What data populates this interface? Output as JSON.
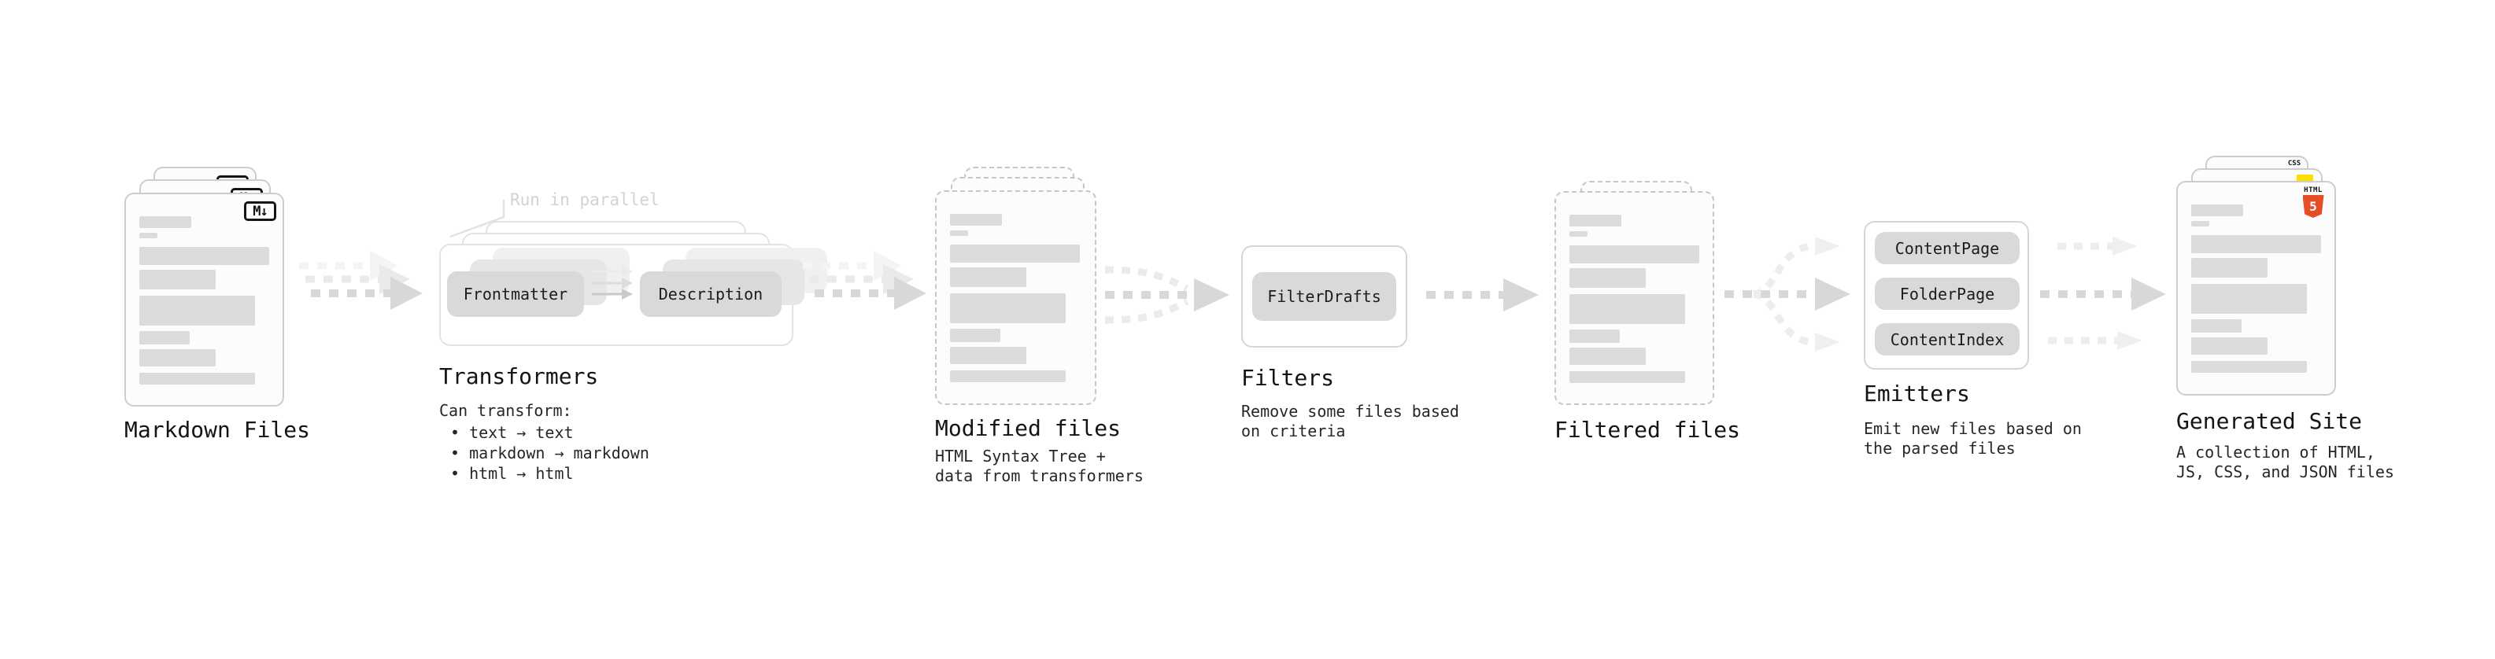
{
  "sections": {
    "markdown_files": {
      "title": "Markdown Files",
      "badge_label": "M↓"
    },
    "transformers": {
      "annotation": "Run in parallel",
      "pill_left": "Frontmatter",
      "pill_right": "Description",
      "title": "Transformers",
      "subtitle": "Can transform:",
      "bullets": [
        "text → text",
        "markdown → markdown",
        "html → html"
      ]
    },
    "modified_files": {
      "title": "Modified files",
      "subtitle_lines": [
        "HTML Syntax Tree +",
        "data from transformers"
      ]
    },
    "filters": {
      "title": "Filters",
      "pill": "FilterDrafts",
      "subtitle_lines": [
        "Remove some files based",
        "on criteria"
      ]
    },
    "filtered_files": {
      "title": "Filtered files"
    },
    "emitters": {
      "title": "Emitters",
      "pills": [
        "ContentPage",
        "FolderPage",
        "ContentIndex"
      ],
      "subtitle_lines": [
        "Emit new files based on",
        "the parsed files"
      ]
    },
    "generated_site": {
      "title": "Generated Site",
      "subtitle_lines": [
        "A collection of HTML,",
        "JS, CSS, and JSON files"
      ],
      "badges": {
        "css_label": "CSS",
        "html_label": "HTML",
        "html5_number": "5"
      }
    }
  },
  "colors": {
    "pill_gray": "#d9d9d9",
    "arrow_gray": "#d8d8d8",
    "ghost_arrow_gray": "#ededed",
    "html5_orange": "#e44d26",
    "css_blue": "#2a66f0",
    "js_yellow": "#ffdd00",
    "markdown_badge_black": "#151515"
  }
}
